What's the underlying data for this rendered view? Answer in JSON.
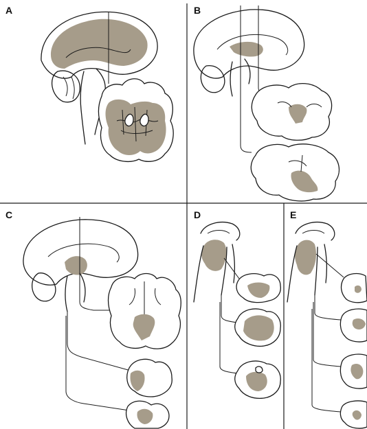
{
  "panels": [
    {
      "id": "A",
      "label": "A"
    },
    {
      "id": "B",
      "label": "B"
    },
    {
      "id": "C",
      "label": "C"
    },
    {
      "id": "D",
      "label": "D"
    },
    {
      "id": "E",
      "label": "E"
    }
  ],
  "colors": {
    "lesion": "#a69c8a",
    "line": "#1a1a1a",
    "background": "#ffffff"
  }
}
